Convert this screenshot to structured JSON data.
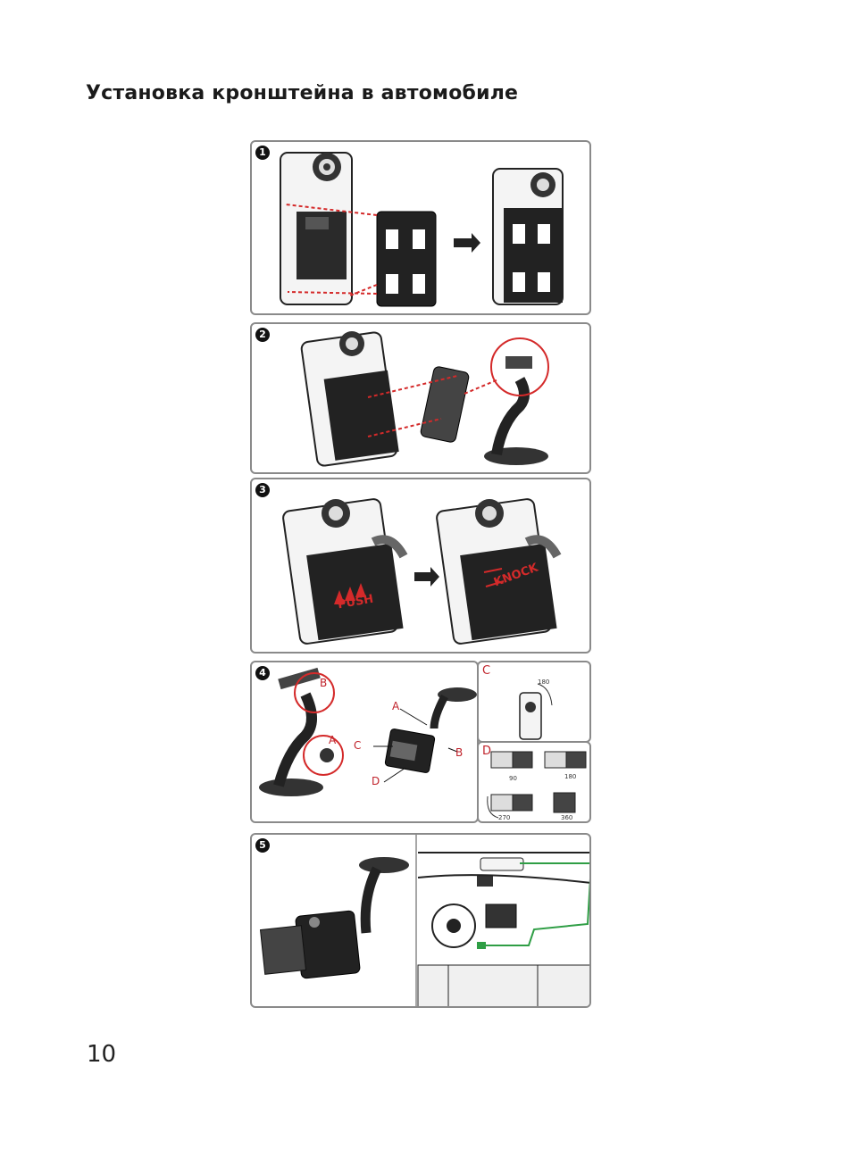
{
  "header": {
    "title": "Установка кронштейна в автомобиле"
  },
  "footer": {
    "page_number": "10"
  },
  "steps": [
    {
      "number": "1"
    },
    {
      "number": "2"
    },
    {
      "number": "3",
      "push_label": "PUSH",
      "knock_label": "KNOCK"
    },
    {
      "number": "4",
      "labels": {
        "a1": "A",
        "b1": "B",
        "a2": "A",
        "b2": "B",
        "c": "C",
        "d": "D"
      },
      "sub_c": {
        "label": "C",
        "angle": "180"
      },
      "sub_d": {
        "label": "D",
        "angles": [
          "90",
          "180",
          "270",
          "360"
        ]
      }
    },
    {
      "number": "5"
    }
  ],
  "colors": {
    "accent_red": "#d42a2a",
    "cable_green": "#2f9e45",
    "border": "#8a8a8a"
  }
}
